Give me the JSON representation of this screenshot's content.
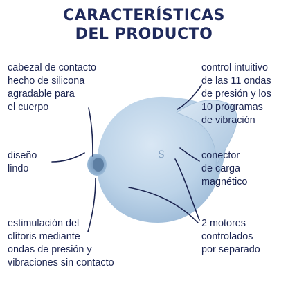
{
  "header": {
    "title_line1": "CARACTERÍSTICAS",
    "title_line2": "DEL PRODUCTO"
  },
  "features": {
    "head": {
      "lines": [
        "cabezal de contacto",
        "hecho de silicona",
        "agradable para",
        "el cuerpo"
      ]
    },
    "cute": {
      "lines": [
        "diseño",
        "lindo"
      ]
    },
    "stim": {
      "lines": [
        "estimulación del",
        "clítoris mediante",
        "ondas de presión y",
        "vibraciones sin contacto"
      ]
    },
    "control": {
      "lines": [
        "control intuitivo",
        "de las 11 ondas",
        "de presión y los",
        "10 programas",
        "de vibración"
      ]
    },
    "connector": {
      "lines": [
        "conector",
        "de carga",
        "magnético"
      ]
    },
    "motors": {
      "lines": [
        "2 motores",
        "controlados",
        "por separado"
      ]
    }
  },
  "product": {
    "logo": "S",
    "body_color": "#b9d0e6",
    "outline_color": "#1b2450"
  }
}
